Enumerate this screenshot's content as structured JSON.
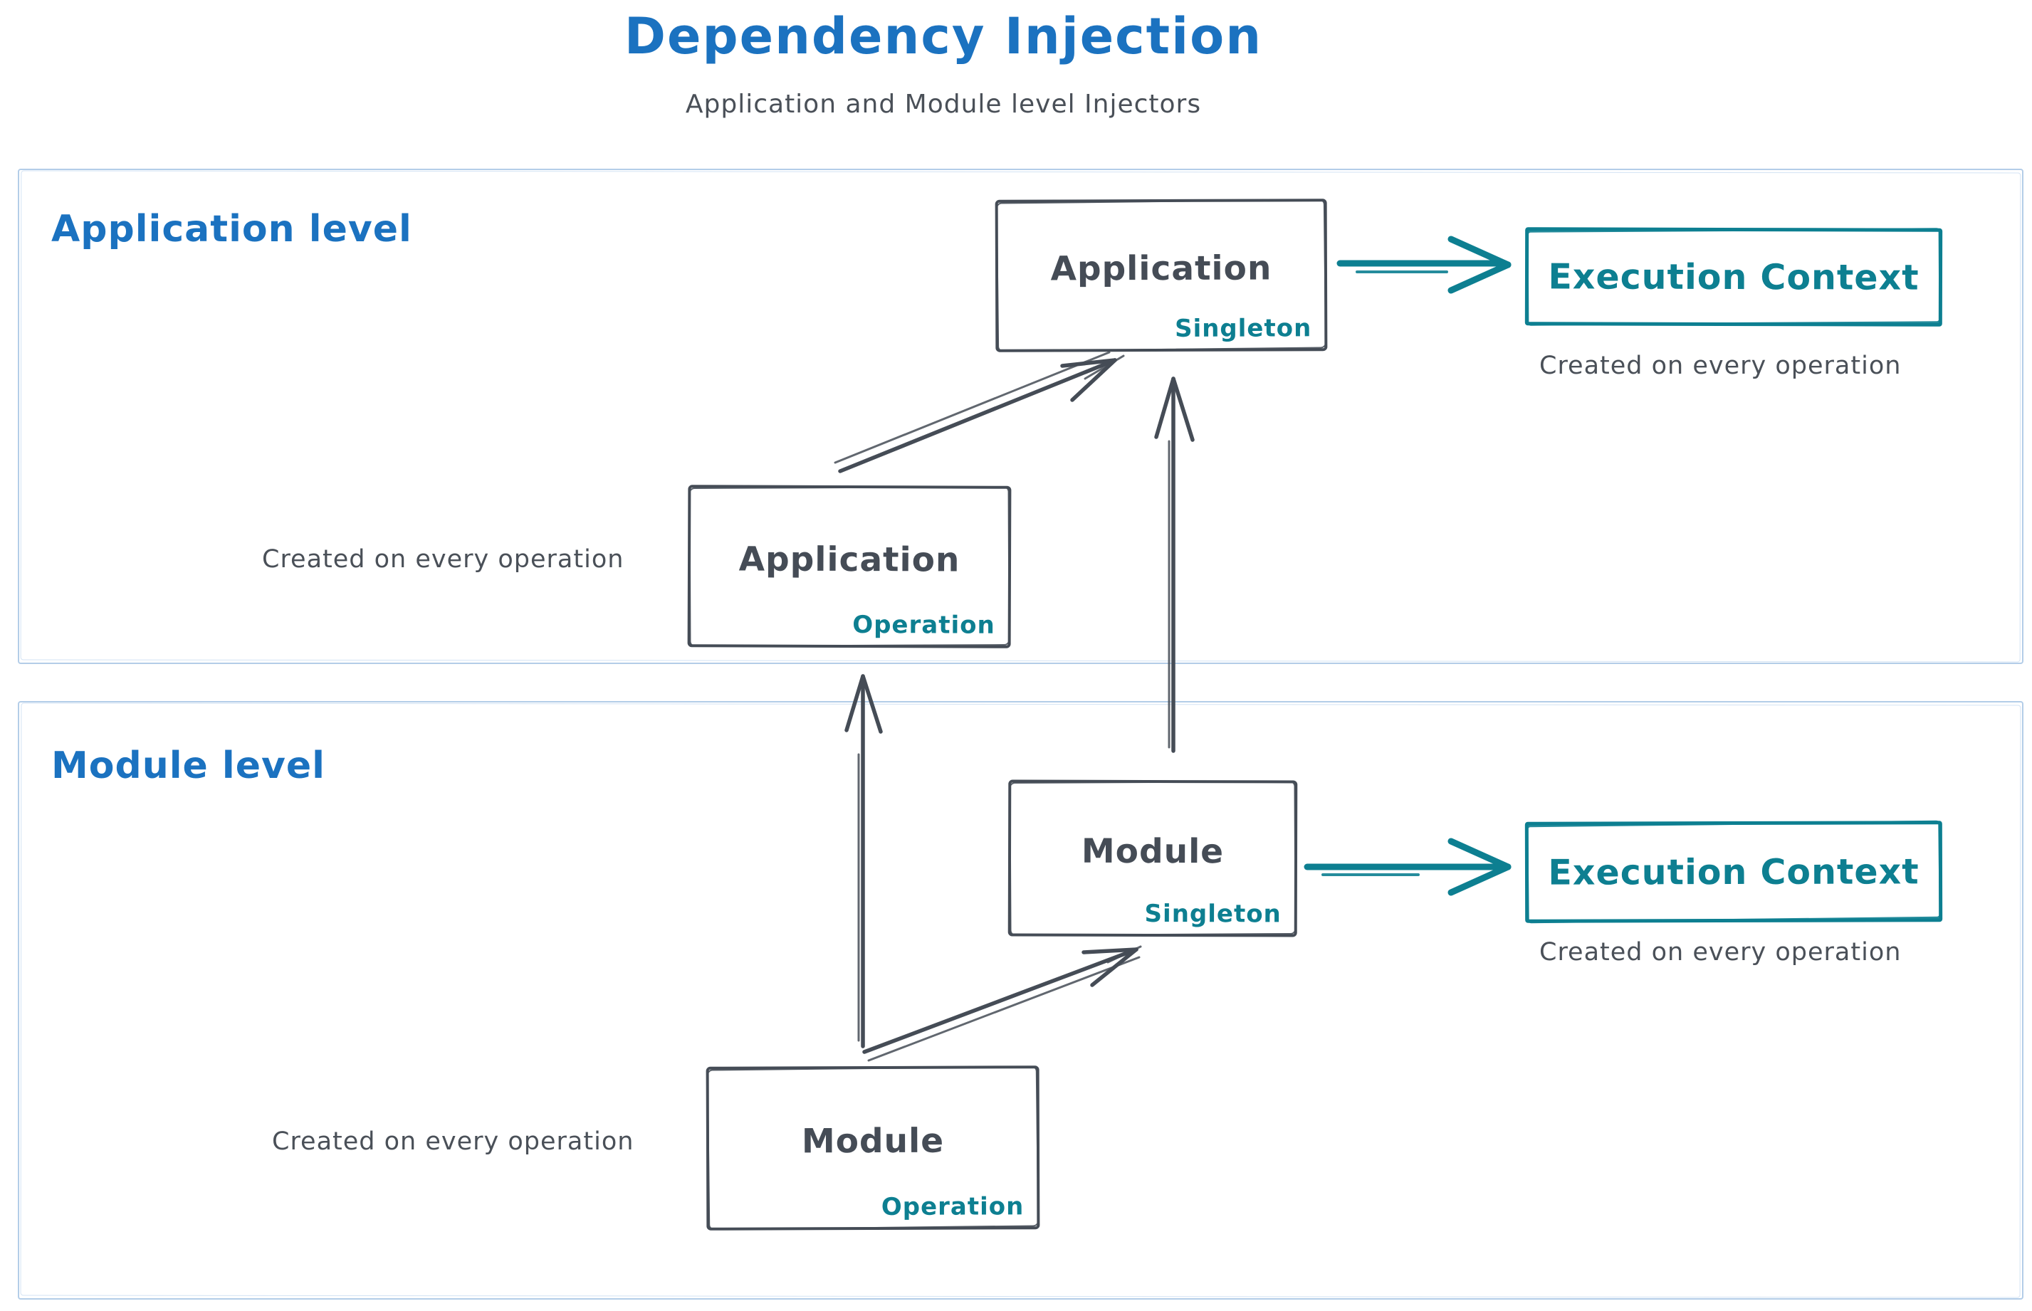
{
  "title": "Dependency Injection",
  "subtitle": "Application and Module level Injectors",
  "colors": {
    "accent_blue": "#1b72c0",
    "accent_teal": "#0d7f91",
    "stroke_dark": "#454c56",
    "container_border": "#b3cde8"
  },
  "sections": {
    "application": {
      "label": "Application level",
      "singleton_box": {
        "name": "Application",
        "scope": "Singleton"
      },
      "operation_box": {
        "name": "Application",
        "scope": "Operation"
      },
      "operation_caption": "Created on every operation",
      "execution_context": {
        "label": "Execution Context",
        "caption": "Created on every operation"
      }
    },
    "module": {
      "label": "Module level",
      "singleton_box": {
        "name": "Module",
        "scope": "Singleton"
      },
      "operation_box": {
        "name": "Module",
        "scope": "Operation"
      },
      "operation_caption": "Created on every operation",
      "execution_context": {
        "label": "Execution Context",
        "caption": "Created on every operation"
      }
    }
  }
}
